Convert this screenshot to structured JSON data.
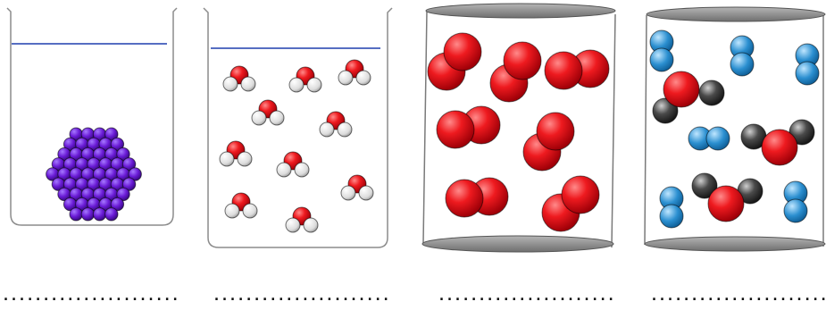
{
  "panels": [
    {
      "id": "solid",
      "container": "beaker",
      "content": "packed purple spheres",
      "answer_blank": "........................"
    },
    {
      "id": "water-molecules",
      "container": "beaker",
      "content": "water molecules (red and white)",
      "answer_blank": "........................"
    },
    {
      "id": "red-diatomic",
      "container": "gas cylinder",
      "content": "red diatomic molecules",
      "answer_blank": "........................"
    },
    {
      "id": "mixture",
      "container": "gas cylinder",
      "content": "blue diatomic molecules and red-black molecules",
      "answer_blank": "........................"
    }
  ],
  "colors": {
    "purple_atom": "#6a1bd6",
    "red_atom": "#e8141a",
    "white_atom": "#e6e6e6",
    "blue_atom": "#2b8fd0",
    "black_atom": "#333333",
    "liquid_line": "#1f3fae",
    "cylinder_cap": "#8a8a8a"
  }
}
